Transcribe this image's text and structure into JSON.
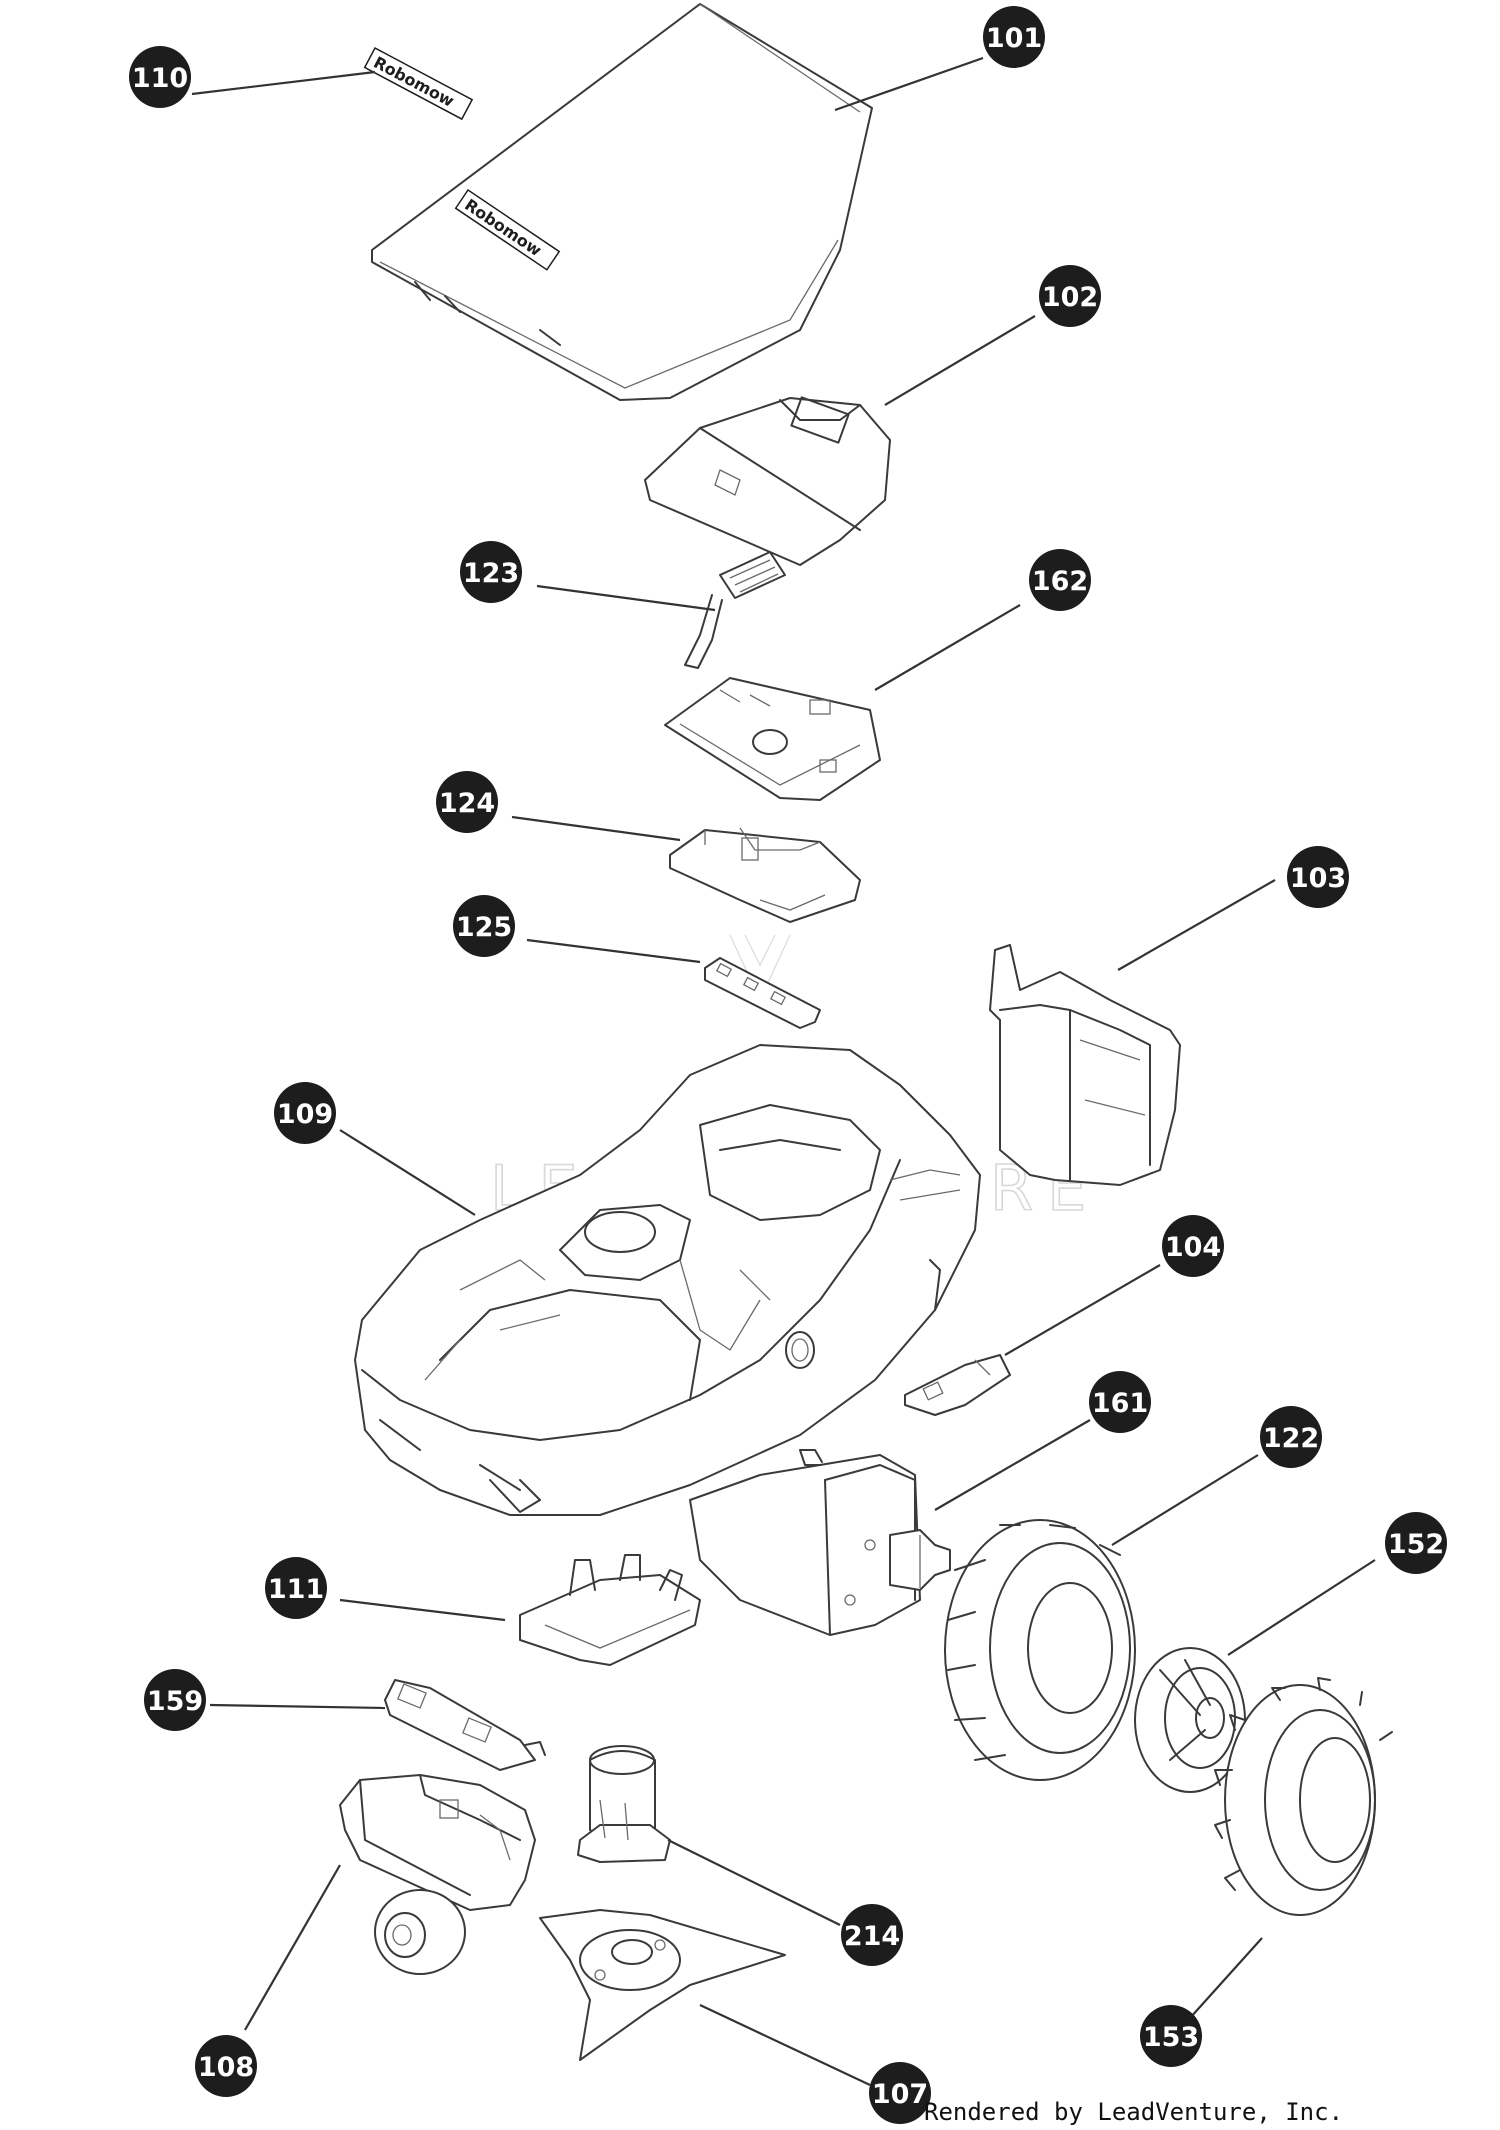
{
  "diagram": {
    "callouts": [
      {
        "id": "101",
        "label": "101"
      },
      {
        "id": "102",
        "label": "102"
      },
      {
        "id": "103",
        "label": "103"
      },
      {
        "id": "104",
        "label": "104"
      },
      {
        "id": "107",
        "label": "107"
      },
      {
        "id": "108",
        "label": "108"
      },
      {
        "id": "109",
        "label": "109"
      },
      {
        "id": "110",
        "label": "110"
      },
      {
        "id": "111",
        "label": "111"
      },
      {
        "id": "122",
        "label": "122"
      },
      {
        "id": "123",
        "label": "123"
      },
      {
        "id": "124",
        "label": "124"
      },
      {
        "id": "125",
        "label": "125"
      },
      {
        "id": "152",
        "label": "152"
      },
      {
        "id": "153",
        "label": "153"
      },
      {
        "id": "159",
        "label": "159"
      },
      {
        "id": "161",
        "label": "161"
      },
      {
        "id": "162",
        "label": "162"
      },
      {
        "id": "214",
        "label": "214"
      }
    ],
    "logo_text": "Robomow",
    "watermark": "LEADVENTURE",
    "credit": "Rendered by LeadVenture, Inc."
  }
}
